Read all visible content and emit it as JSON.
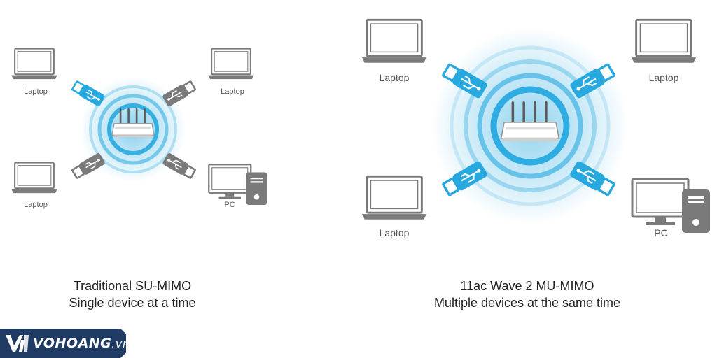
{
  "left_diagram": {
    "devices": [
      {
        "type": "laptop",
        "label": "Laptop"
      },
      {
        "type": "laptop",
        "label": "Laptop"
      },
      {
        "type": "laptop",
        "label": "Laptop"
      },
      {
        "type": "pc",
        "label": "PC"
      }
    ],
    "caption_line1": "Traditional SU-MIMO",
    "caption_line2": "Single device at a time"
  },
  "right_diagram": {
    "devices": [
      {
        "type": "laptop",
        "label": "Laptop"
      },
      {
        "type": "laptop",
        "label": "Laptop"
      },
      {
        "type": "laptop",
        "label": "Laptop"
      },
      {
        "type": "pc",
        "label": "PC"
      }
    ],
    "caption_line1": "11ac Wave 2 MU-MIMO",
    "caption_line2": "Multiple devices at the same time"
  },
  "colors": {
    "active": "#27a9df",
    "inactive": "#7a7a7a",
    "glow": "#27a9df",
    "logo_bg": "#1f3a63"
  },
  "logo": {
    "brand": "VOHOANG",
    "suffix": ".vn"
  }
}
